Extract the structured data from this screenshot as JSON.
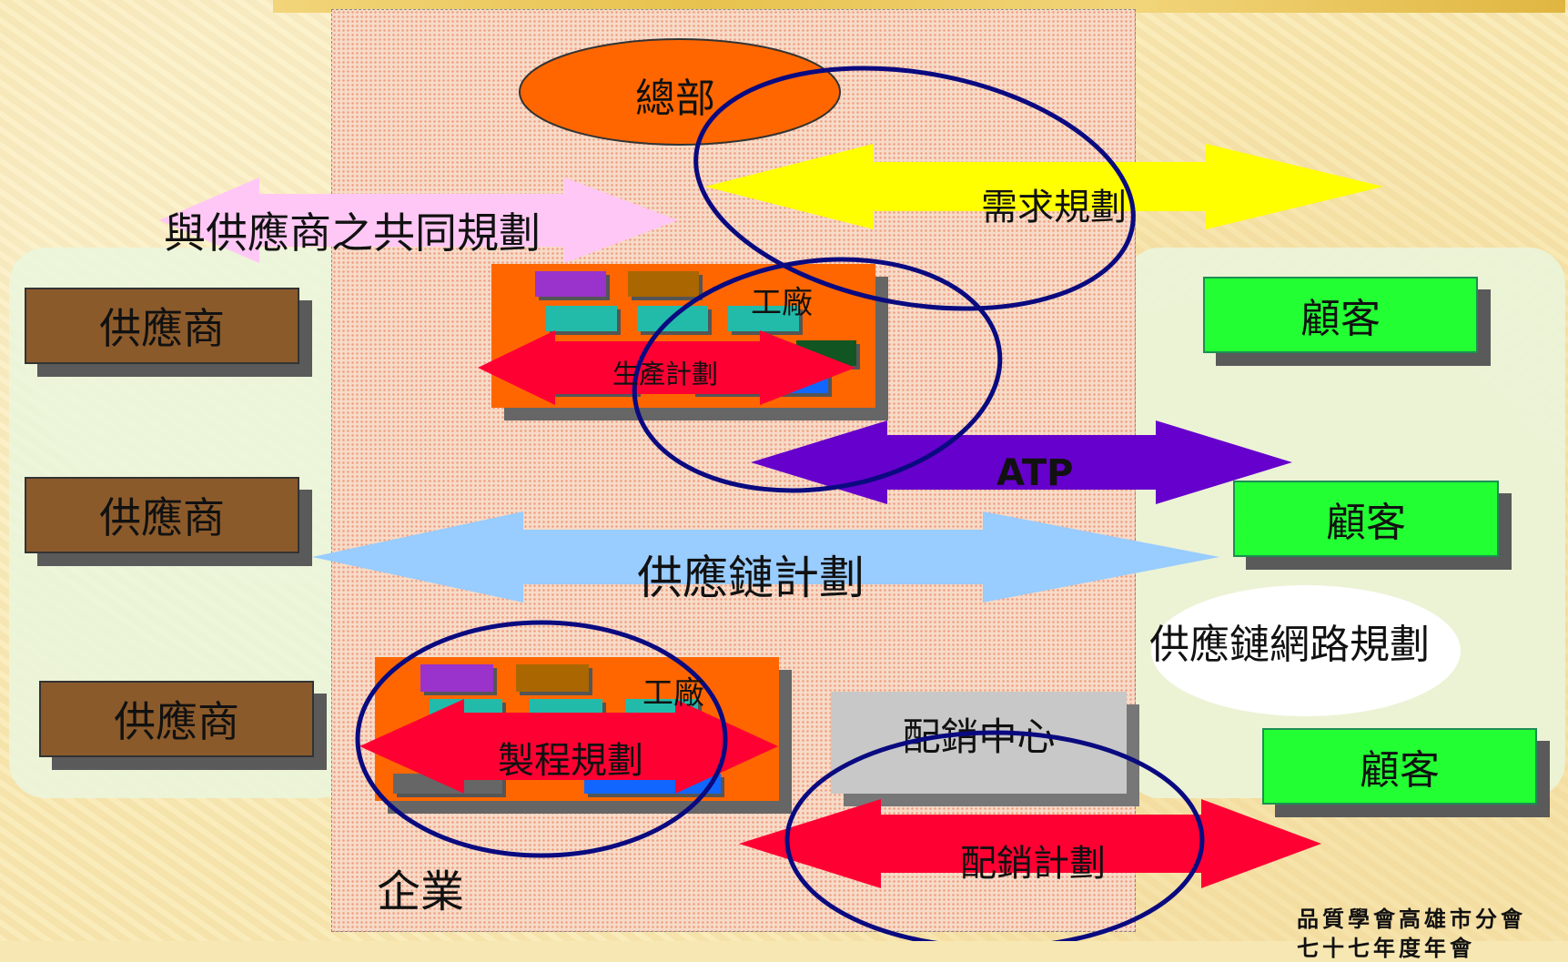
{
  "labels": {
    "headquarters": "總部",
    "demand_planning": "需求規劃",
    "supplier_collab": "與供應商之共同規劃",
    "factory1": "工廠",
    "production_plan": "生產計劃",
    "atp": "ATP",
    "scp": "供應鏈計劃",
    "network_planning": "供應鏈網路規劃",
    "factory2": "工廠",
    "process_planning": "製程規劃",
    "dist_center": "配銷中心",
    "dist_planning": "配銷計劃",
    "enterprise": "企業",
    "footer_line1": "品質學會高雄市分會",
    "footer_line2": "七十七年度年會"
  },
  "suppliers": [
    "供應商",
    "供應商",
    "供應商"
  ],
  "customers": [
    "顧客",
    "顧客",
    "顧客"
  ],
  "colors": {
    "headquarters": "#ff6600",
    "demand_arrow": "#ffff00",
    "supplier_collab_arrow": "#ffc7f5",
    "production_arrow": "#ff0033",
    "atp_arrow": "#6600cc",
    "scp_arrow": "#99ccff",
    "dist_arrow": "#ff0033",
    "ellipse_stroke": "#0a0a80"
  }
}
